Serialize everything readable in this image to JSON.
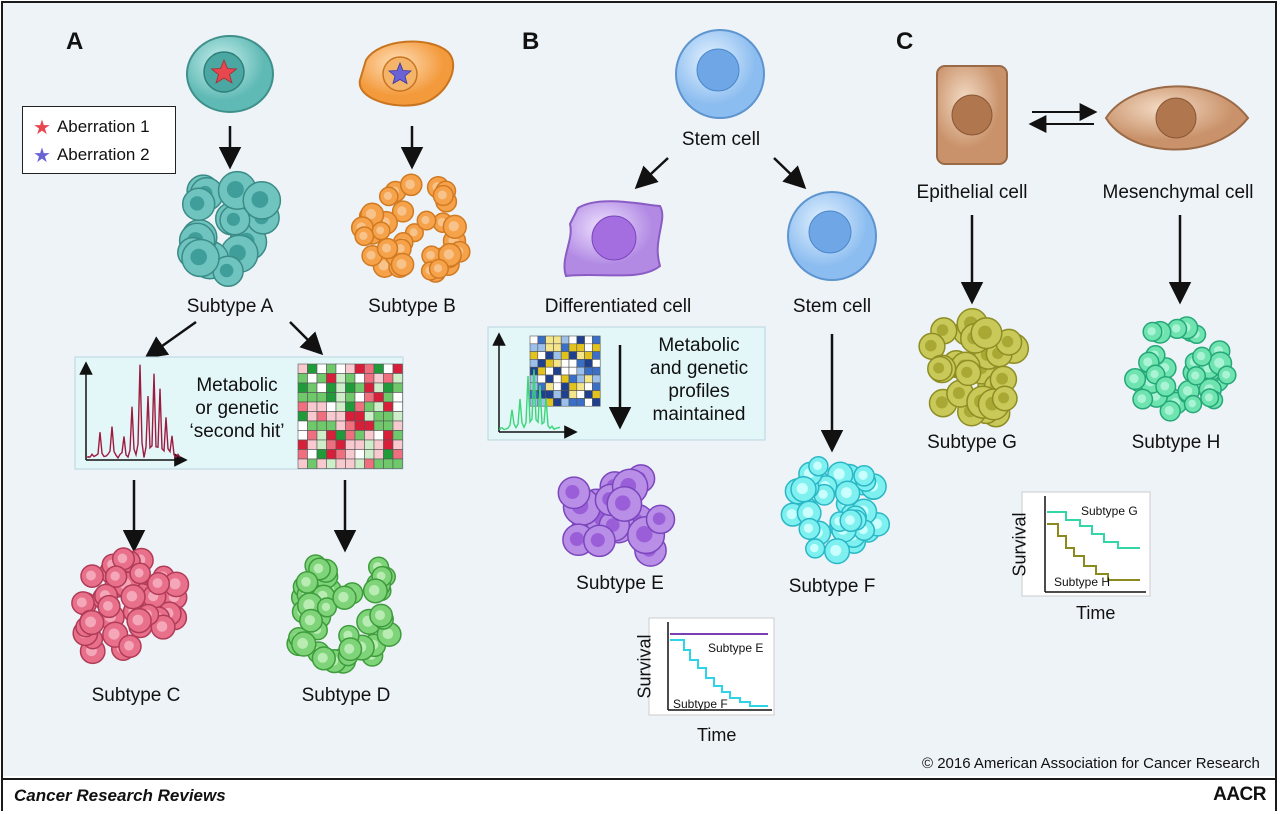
{
  "panels": {
    "a": "A",
    "b": "B",
    "c": "C"
  },
  "legend": {
    "items": [
      {
        "label": "Aberration 1",
        "color": "#e8474f"
      },
      {
        "label": "Aberration 2",
        "color": "#6a63d6"
      }
    ]
  },
  "panel_a": {
    "subtype_a": "Subtype A",
    "subtype_b": "Subtype B",
    "subtype_c": "Subtype C",
    "subtype_d": "Subtype D",
    "second_hit_text": [
      "Metabolic",
      "or genetic",
      "‘second hit’"
    ]
  },
  "panel_b": {
    "stem_cell_top": "Stem cell",
    "differentiated_cell": "Differentiated cell",
    "stem_cell_right": "Stem cell",
    "profiles_text": [
      "Metabolic",
      "and genetic",
      "profiles",
      "maintained"
    ],
    "subtype_e": "Subtype E",
    "subtype_f": "Subtype F",
    "survival_chart": {
      "ylabel": "Survival",
      "xlabel": "Time",
      "series_e": "Subtype E",
      "series_f": "Subtype F"
    }
  },
  "panel_c": {
    "epithelial_cell": "Epithelial cell",
    "mesenchymal_cell": "Mesenchymal cell",
    "subtype_g": "Subtype G",
    "subtype_h": "Subtype H",
    "survival_chart": {
      "ylabel": "Survival",
      "xlabel": "Time",
      "series_g": "Subtype G",
      "series_h": "Subtype H"
    }
  },
  "footer": {
    "copyright": "© 2016 American Association for Cancer Research",
    "journal": "Cancer Research Reviews",
    "publisher": "AACR"
  },
  "colors": {
    "teal": "#6fc4c0",
    "orange": "#f6a24a",
    "pink": "#e9708b",
    "green": "#7fd47a",
    "lightblue": "#9fc9f2",
    "purple": "#b88ee6",
    "cyan": "#7ff0f0",
    "tan": "#d7a886",
    "olive": "#c9c95a",
    "mint": "#6fe3b0"
  }
}
